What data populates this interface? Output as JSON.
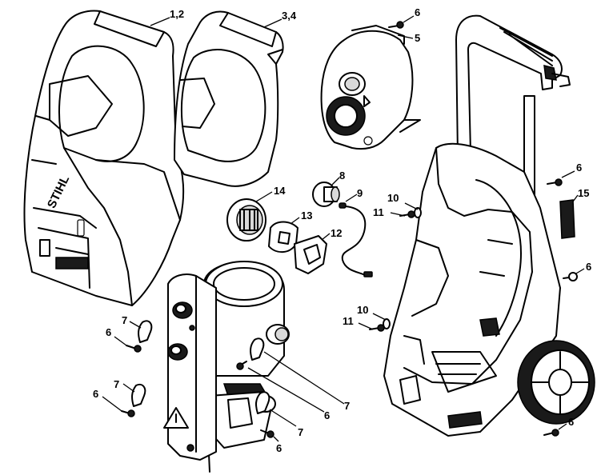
{
  "diagram": {
    "brand_mark": "STIHL",
    "callouts": [
      {
        "id": "c-1-2",
        "text": "1,2"
      },
      {
        "id": "c-3-4",
        "text": "3,4"
      },
      {
        "id": "c-6-a",
        "text": "6"
      },
      {
        "id": "c-5",
        "text": "5"
      },
      {
        "id": "c-6-b",
        "text": "6"
      },
      {
        "id": "c-15",
        "text": "15"
      },
      {
        "id": "c-8",
        "text": "8"
      },
      {
        "id": "c-14",
        "text": "14"
      },
      {
        "id": "c-9",
        "text": "9"
      },
      {
        "id": "c-10-a",
        "text": "10"
      },
      {
        "id": "c-11-a",
        "text": "11"
      },
      {
        "id": "c-13",
        "text": "13"
      },
      {
        "id": "c-12",
        "text": "12"
      },
      {
        "id": "c-6-c",
        "text": "6"
      },
      {
        "id": "c-10-b",
        "text": "10"
      },
      {
        "id": "c-11-b",
        "text": "11"
      },
      {
        "id": "c-7-a",
        "text": "7"
      },
      {
        "id": "c-6-d",
        "text": "6"
      },
      {
        "id": "c-7-b",
        "text": "7"
      },
      {
        "id": "c-6-e",
        "text": "6"
      },
      {
        "id": "c-7-c",
        "text": "7"
      },
      {
        "id": "c-6-f",
        "text": "6"
      },
      {
        "id": "c-7-d",
        "text": "7"
      },
      {
        "id": "c-6-g",
        "text": "6"
      },
      {
        "id": "c-6-h",
        "text": "6"
      }
    ]
  }
}
